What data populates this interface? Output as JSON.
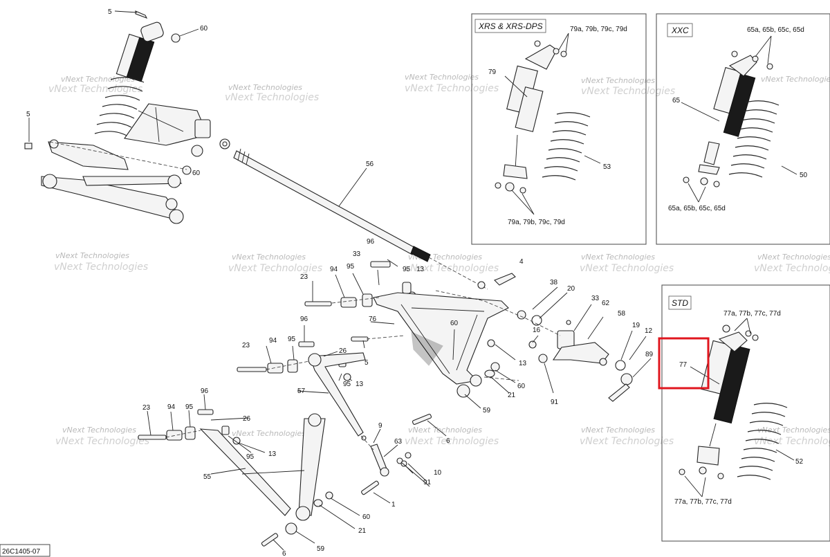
{
  "diagram_code": "26C1405-07",
  "watermark": "vNext Technologies",
  "watermark_large": "vNext Technologies",
  "boxes": {
    "xrs": "XRS & XRS-DPS",
    "xxc": "XXC",
    "std": "STD"
  },
  "callouts": {
    "c5a": "5",
    "c60a": "60",
    "c5b": "5",
    "c60b": "60",
    "c56": "56",
    "c96a": "96",
    "c33a": "33",
    "c94a": "94",
    "c95a": "95",
    "c95b": "95",
    "c13a": "13",
    "c23a": "23",
    "c4": "4",
    "c38": "38",
    "c20": "20",
    "c33b": "33",
    "c62": "62",
    "c76": "76",
    "c96b": "96",
    "c60c": "60",
    "c16": "16",
    "c58": "58",
    "c19": "19",
    "c12": "12",
    "c23b": "23",
    "c94b": "94",
    "c95c": "95",
    "c26a": "26",
    "c5c": "5",
    "c13b": "13",
    "c89": "89",
    "c95d": "95",
    "c13c": "13",
    "c60d": "60",
    "c21a": "21",
    "c91a": "91",
    "c57": "57",
    "c59a": "59",
    "c96c": "96",
    "c23c": "23",
    "c94c": "94",
    "c95e": "95",
    "c26b": "26",
    "c6a": "6",
    "c9": "9",
    "c95f": "95",
    "c13d": "13",
    "c63": "63",
    "c10": "10",
    "c55": "55",
    "c91b": "91",
    "c1": "1",
    "c60e": "60",
    "c21b": "21",
    "c59b": "59",
    "c6b": "6",
    "xrs_top": "79a, 79b, 79c, 79d",
    "xrs_79": "79",
    "xrs_53": "53",
    "xrs_bottom": "79a, 79b, 79c, 79d",
    "xxc_top": "65a, 65b, 65c, 65d",
    "xxc_65": "65",
    "xxc_50": "50",
    "xxc_bottom": "65a, 65b, 65c, 65d",
    "std_top": "77a, 77b, 77c, 77d",
    "std_77": "77",
    "std_52": "52",
    "std_bottom": "77a, 77b, 77c, 77d"
  },
  "highlight_color": "#e0161e"
}
